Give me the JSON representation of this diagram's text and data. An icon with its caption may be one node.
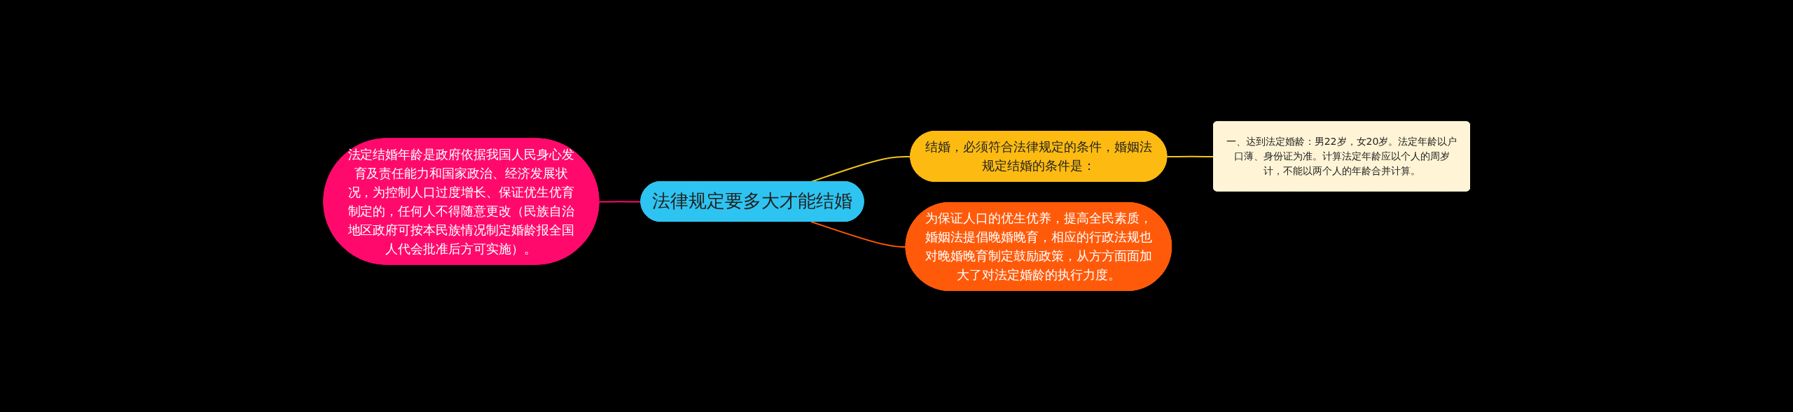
{
  "diagram": {
    "nodes": [
      {
        "text": [
          "法律规定要多大才能结婚"
        ]
      },
      {
        "text": [
          "法定结婚年龄是政府依据我国人民身心发育及责任能力和国家政治、经济发展状况，为控制人口过度增长、保证优生优育制定的，任何人不得随意更改（民族自治地区政府可按本民族情况制定婚龄报全国人代会批准后方可实施）。"
        ]
      },
      {
        "text": [
          "结婚，必须符合法律规定的条件，婚姻法规定结婚的条件是："
        ]
      },
      {
        "text": [
          "一、达到法定婚龄：男22岁，女20岁。法定年龄以户口薄、身份证为准。计算法定年龄应以个人的周岁计，不能以两个人的年龄合并计算。"
        ]
      },
      {
        "text": [
          "为保证人口的优生优养，提高全民素质，婚姻法提倡晚婚晚育，相应的行政法规也对晚婚晚育制定鼓励政策，从方方面面加大了对法定婚龄的执行力度。"
        ]
      }
    ],
    "edges": [
      {
        "from": 0,
        "to": 1,
        "arrow": "none",
        "color": "#ff0a6c"
      },
      {
        "from": 0,
        "to": 2,
        "arrow": "none",
        "color": "#f5c518"
      },
      {
        "from": 2,
        "to": 3,
        "arrow": "none",
        "color": "#f5c518"
      },
      {
        "from": 0,
        "to": 4,
        "arrow": "none",
        "color": "#ff5a0a"
      }
    ]
  }
}
